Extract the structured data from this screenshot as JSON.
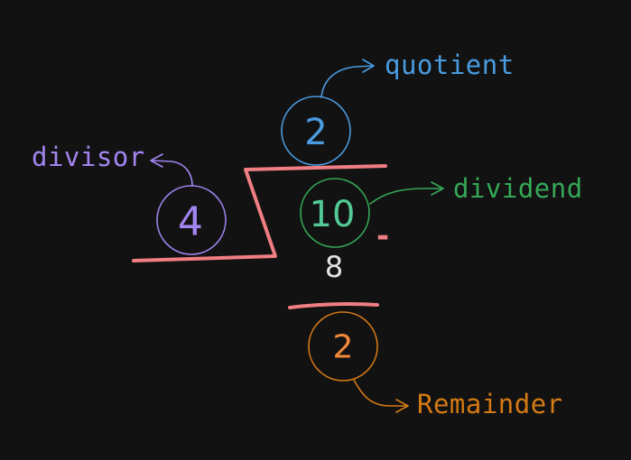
{
  "diagram": {
    "quotient": {
      "value": "2",
      "label": "quotient",
      "color": "#4a9be0"
    },
    "divisor": {
      "value": "4",
      "label": "divisor",
      "color": "#a285f0"
    },
    "dividend": {
      "value": "10",
      "label": "dividend",
      "color": "#35a857",
      "text_color": "#52c994"
    },
    "operator": {
      "symbol": "-",
      "color": "#f07e82"
    },
    "product": {
      "value": "8",
      "color": "#e3e3e3"
    },
    "remainder": {
      "value": "2",
      "label": "Remainder",
      "color": "#d47a15",
      "text_color": "#f2883a"
    },
    "division_line_color": "#f07e82"
  }
}
